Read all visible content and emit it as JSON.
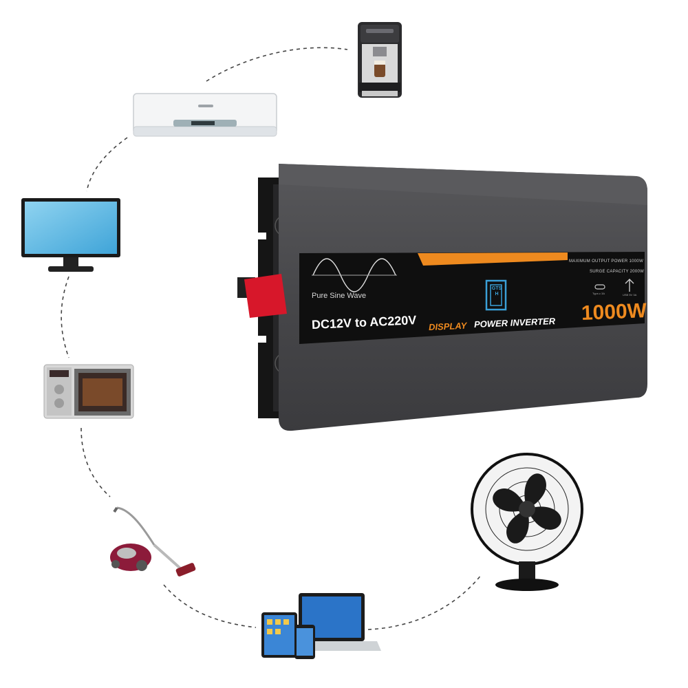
{
  "inverter": {
    "waveform_label": "Pure Sine Wave",
    "input_output": "DC12V to AC220V",
    "product_prefix": "DISPLAY",
    "product_name": "POWER INVERTER",
    "wattage": "1000W",
    "max_output_line": "MAXIMUM OUTPUT POWER 1000W",
    "surge_line": "SURGE CAPACITY 2000W",
    "usb_c_label": "Type-c 3A",
    "usb_a_label": "USB 5V 3A",
    "logo_text": "GTSH",
    "colors": {
      "body": "#4a4a4c",
      "band": "#0f0f0f",
      "accent": "#ee8a1f",
      "logo": "#3aa0d8",
      "terminal": "#d7172a"
    }
  },
  "appliances": [
    {
      "name": "coffee-machine",
      "icon": "coffee-machine-icon"
    },
    {
      "name": "air-conditioner",
      "icon": "air-conditioner-icon"
    },
    {
      "name": "monitor",
      "icon": "monitor-icon"
    },
    {
      "name": "microwave",
      "icon": "microwave-icon"
    },
    {
      "name": "vacuum-cleaner",
      "icon": "vacuum-cleaner-icon"
    },
    {
      "name": "tablet-phone-laptop",
      "icon": "devices-icon"
    },
    {
      "name": "desk-fan",
      "icon": "desk-fan-icon"
    }
  ]
}
